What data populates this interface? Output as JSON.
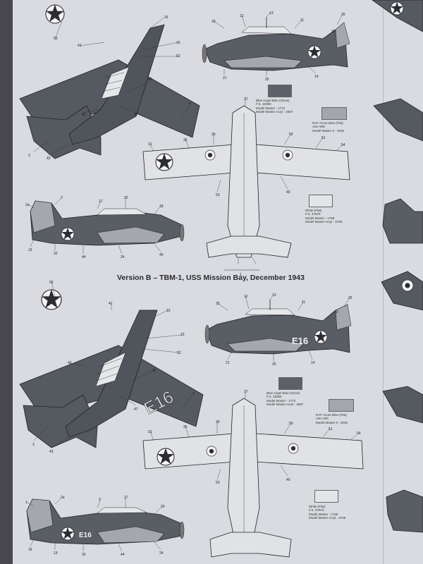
{
  "heading": "Version B – TBM-1, USS Mission Bay, December 1943",
  "code_b": "E16",
  "swatches_a": [
    {
      "lines": [
        "Blue Angel Blue (Gloss)",
        "F.S. 15050",
        "Model Master - 1772",
        "Model Master Acryl - 4687"
      ],
      "color": "#5d6068"
    },
    {
      "lines": [
        "RAF Azure Blue (Flat)",
        "ANA 609",
        "Model Master II - 2046"
      ],
      "color": "#a3a6ad"
    },
    {
      "lines": [
        "White (Flat)",
        "F.S. 37875",
        "Model Master - 1768",
        "Model Master Acryl - 4769"
      ],
      "color": "#e4e5e8"
    }
  ],
  "swatches_b": [
    {
      "lines": [
        "Blue Angel Blue (Gloss)",
        "F.S. 15050",
        "Model Master - 1772",
        "Model Master Acryl - 4687"
      ],
      "color": "#5d6068"
    },
    {
      "lines": [
        "RAF Azure Blue (Flat)",
        "ANA 609",
        "Model Master II - 2046"
      ],
      "color": "#a3a6ad"
    },
    {
      "lines": [
        "White (Flat)",
        "F.S. 37875",
        "Model Master - 1768",
        "Model Master Acryl - 4769"
      ],
      "color": "#e4e5e8"
    }
  ],
  "callouts": [
    "16",
    "15",
    "52",
    "49",
    "47",
    "4",
    "3",
    "43",
    "55",
    "41",
    "42",
    "33",
    "12",
    "13",
    "11",
    "10",
    "26",
    "21",
    "25",
    "14",
    "31",
    "36",
    "30",
    "37",
    "50",
    "51",
    "54",
    "53",
    "40",
    "1",
    "2a",
    "2",
    "17",
    "20",
    "18",
    "19",
    "32",
    "44",
    "24",
    "45"
  ]
}
